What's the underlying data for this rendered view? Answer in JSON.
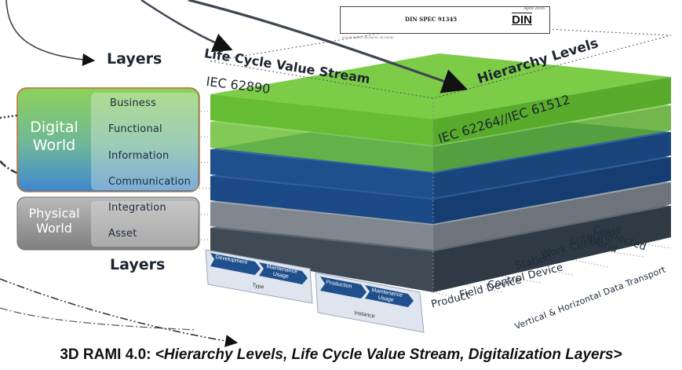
{
  "din": {
    "date": "April 2016",
    "spec": "DIN SPEC 91345",
    "logo": "DIN",
    "ics": "ICS 03.100.01; 25.040.01; 35.240.50"
  },
  "labels": {
    "layers_top": "Layers",
    "layers_bottom": "Layers",
    "life_cycle_title": "Life Cycle Value Stream",
    "life_cycle_std": "IEC 62890",
    "hierarchy_title": "Hierarchy Levels",
    "hierarchy_std": "IEC 62264//IEC 61512"
  },
  "worlds": {
    "digital": [
      "Digital",
      "World"
    ],
    "physical": [
      "Physical",
      "World"
    ]
  },
  "layers": [
    "Business",
    "Functional",
    "Information",
    "Communication",
    "Integration",
    "Asset"
  ],
  "hierarchy_levels": [
    "Product",
    "Field Device",
    "Control Device",
    "Station",
    "Work Centers",
    "Enterprise",
    "Connected World"
  ],
  "side_label": "Vertical & Horizontal Data Transport",
  "life_cycle": {
    "type_group": {
      "label": "Type",
      "steps": [
        "Development",
        "Maintenance Usage"
      ]
    },
    "instance_group": {
      "label": "Instance",
      "steps": [
        "Production",
        "Maintenance Usage"
      ]
    }
  },
  "caption": {
    "prefix": "3D RAMI 4.0: ",
    "emphasis": "<Hierarchy Levels, Life Cycle Value Stream, Digitalization Layers>"
  },
  "colors": {
    "green": "#72c63a",
    "blue": "#1f4f8c",
    "grey": "#7d838c",
    "slate": "#4f5a66"
  }
}
